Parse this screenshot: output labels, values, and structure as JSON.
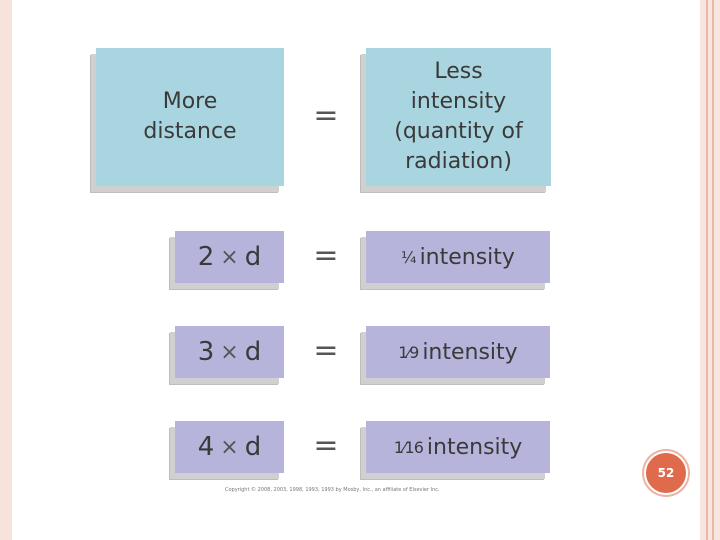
{
  "header": {
    "left": "More distance",
    "left_line1": "More",
    "left_line2": "distance",
    "equals": "=",
    "right_line1": "Less",
    "right_line2": "intensity",
    "right_line3": "(quantity of",
    "right_line4": "radiation)"
  },
  "rows": [
    {
      "multiplier": "2",
      "times": "×",
      "var": "d",
      "equals": "=",
      "fraction": "¼",
      "intensity": "intensity"
    },
    {
      "multiplier": "3",
      "times": "×",
      "var": "d",
      "equals": "=",
      "fraction": "1⁄9",
      "intensity": "intensity"
    },
    {
      "multiplier": "4",
      "times": "×",
      "var": "d",
      "equals": "=",
      "fraction": "1⁄16",
      "intensity": "intensity"
    }
  ],
  "copyright": "Copyright © 2008, 2003, 1998, 1993, 1993 by Mosby, Inc., an affiliate of Elsevier Inc.",
  "page_number": "52",
  "colors": {
    "header_box": "#a9d5e0",
    "row_box": "#b7b4dc",
    "page_badge": "#e06a4c"
  }
}
